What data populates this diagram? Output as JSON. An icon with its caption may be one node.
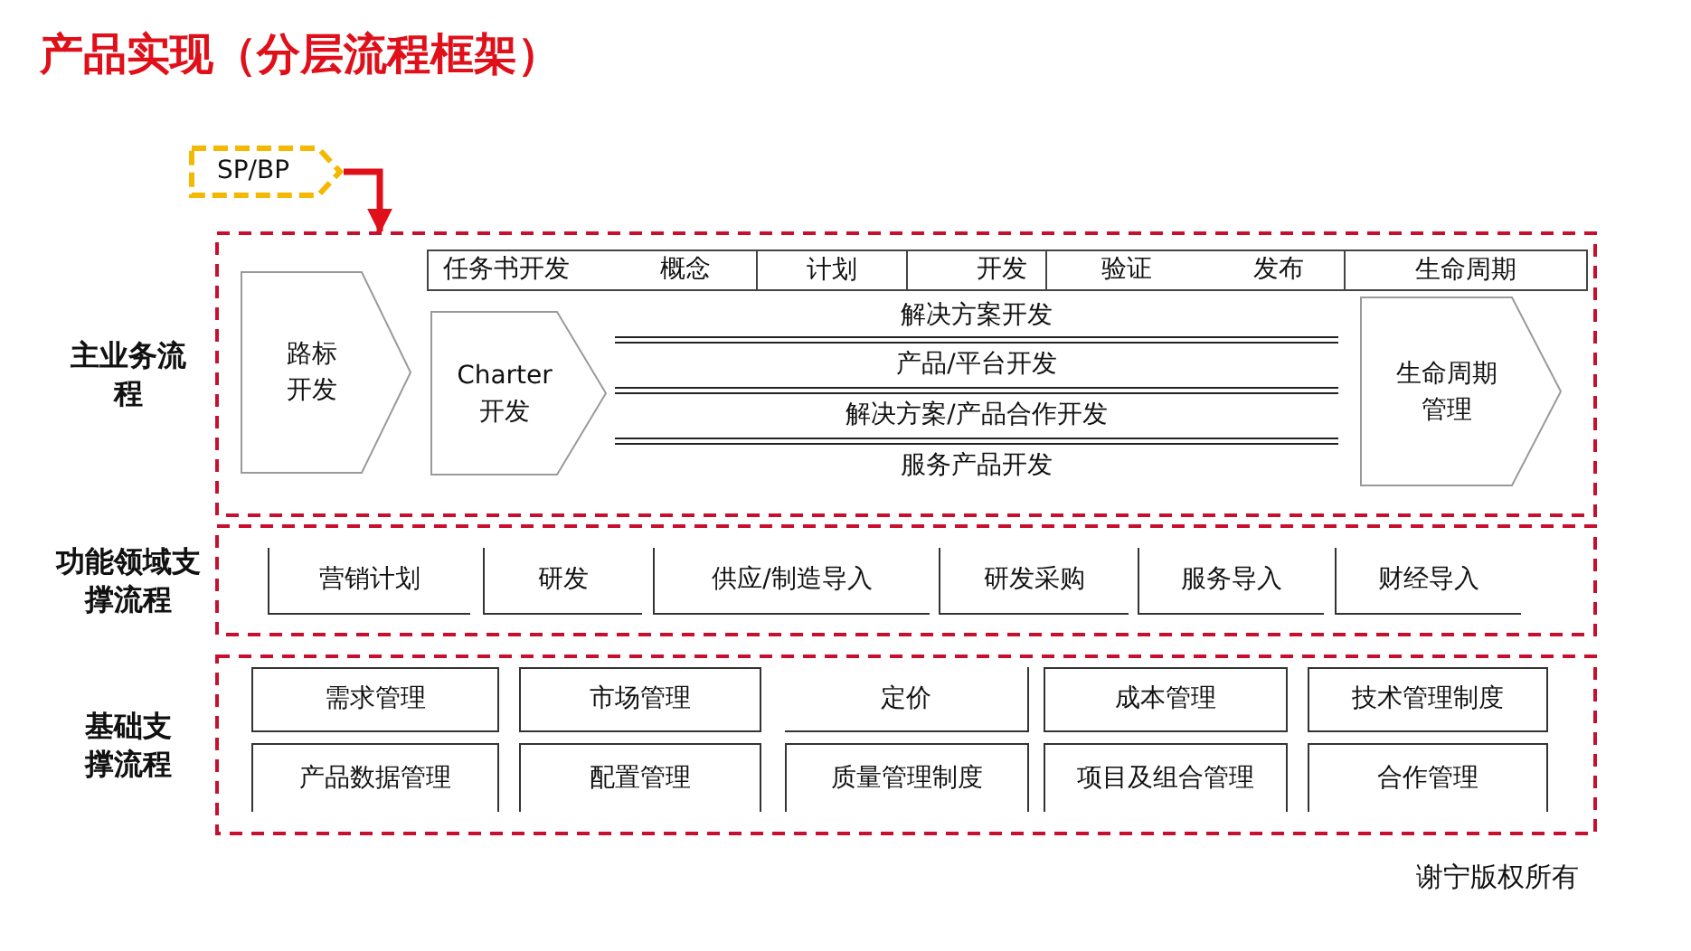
{
  "diagram": {
    "title": "产品实现（分层流程框架）",
    "nodes": [
      {
        "text": [
          "SP/BP"
        ]
      },
      {
        "text": [
          "主业务流程"
        ]
      },
      {
        "text": [
          "任务书开发",
          "概念"
        ],
        "in": 1
      },
      {
        "text": [
          "计划"
        ],
        "in": 1
      },
      {
        "text": [
          "开发"
        ],
        "in": 1
      },
      {
        "text": [
          "验证",
          "发布"
        ],
        "in": 1
      },
      {
        "text": [
          "生命周期"
        ],
        "in": 1
      },
      {
        "text": [
          "路标开发"
        ],
        "in": 1
      },
      {
        "text": [
          "Charter 开发"
        ],
        "in": 1
      },
      {
        "text": [
          "解决方案开发"
        ],
        "in": 1
      },
      {
        "text": [
          "产品/平台开发"
        ],
        "in": 1
      },
      {
        "text": [
          "解决方案/产品合作开发"
        ],
        "in": 1
      },
      {
        "text": [
          "服务产品开发"
        ],
        "in": 1
      },
      {
        "text": [
          "生命周期管理"
        ],
        "in": 1
      },
      {
        "text": [
          "功能领域支撑流程"
        ]
      },
      {
        "text": [
          "营销计划"
        ],
        "in": 14
      },
      {
        "text": [
          "研发"
        ],
        "in": 14
      },
      {
        "text": [
          "供应/制造导入"
        ],
        "in": 14
      },
      {
        "text": [
          "研发采购"
        ],
        "in": 14
      },
      {
        "text": [
          "服务导入"
        ],
        "in": 14
      },
      {
        "text": [
          "财经导入"
        ],
        "in": 14
      },
      {
        "text": [
          "基础支撑流程"
        ]
      },
      {
        "text": [
          "需求管理"
        ],
        "in": 21
      },
      {
        "text": [
          "市场管理"
        ],
        "in": 21
      },
      {
        "text": [
          "定价"
        ],
        "in": 21
      },
      {
        "text": [
          "成本管理"
        ],
        "in": 21
      },
      {
        "text": [
          "技术管理制度"
        ],
        "in": 21
      },
      {
        "text": [
          "产品数据管理"
        ],
        "in": 21
      },
      {
        "text": [
          "配置管理"
        ],
        "in": 21
      },
      {
        "text": [
          "质量管理制度"
        ],
        "in": 21
      },
      {
        "text": [
          "项目及组合管理"
        ],
        "in": 21
      },
      {
        "text": [
          "合作管理"
        ],
        "in": 21
      }
    ],
    "edges": [
      {
        "from": 0,
        "to": 1,
        "arrow": "to"
      }
    ],
    "labels": [
      "谢宁版权所有"
    ]
  }
}
